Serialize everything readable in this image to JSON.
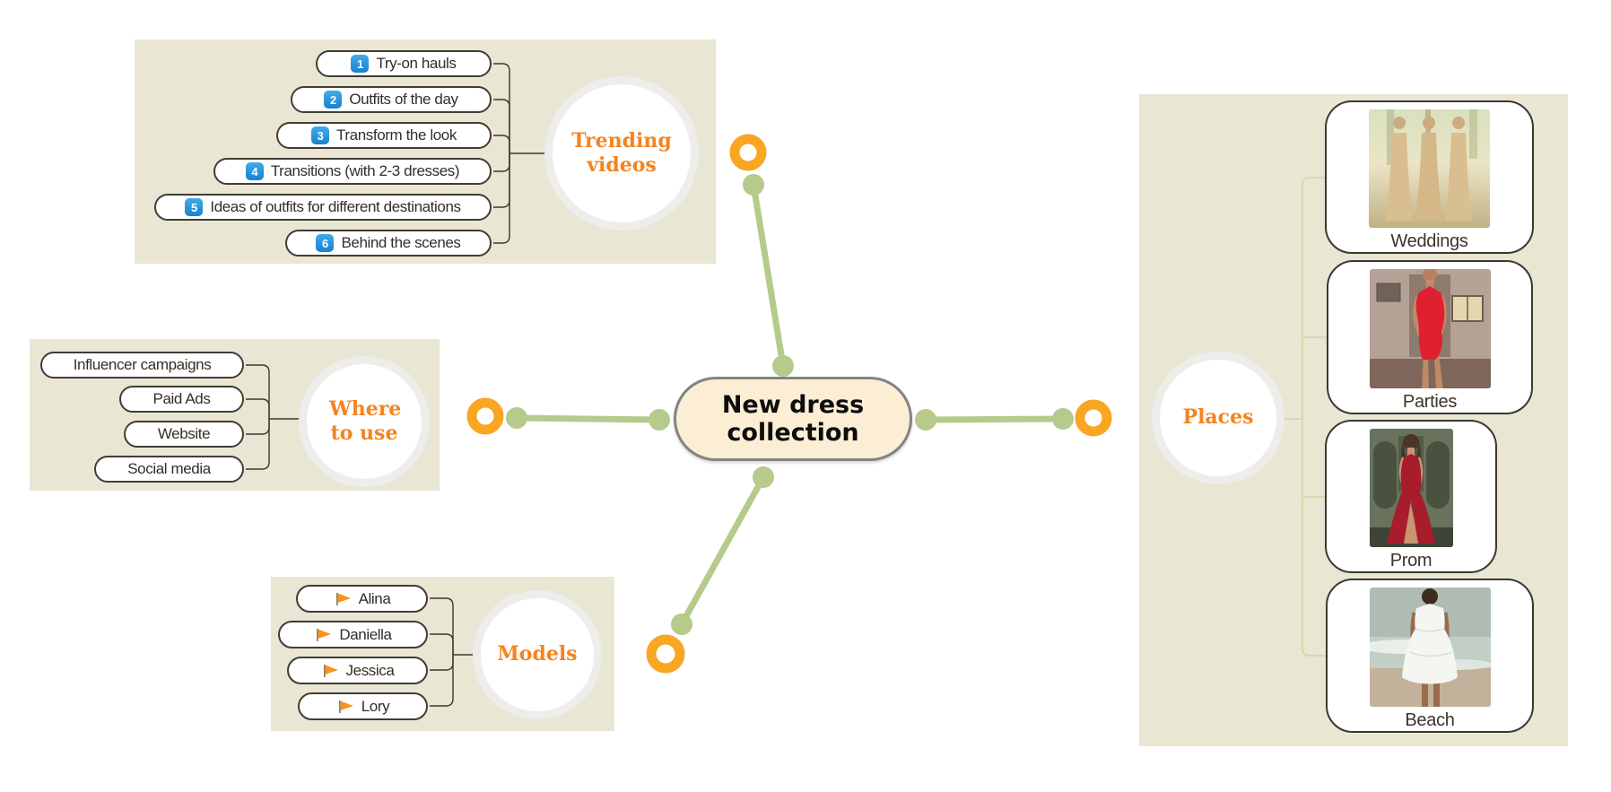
{
  "center": {
    "label": "New dress collection"
  },
  "branches": {
    "trending": {
      "label": "Trending videos",
      "items": [
        {
          "badge": "1",
          "label": "Try-on hauls"
        },
        {
          "badge": "2",
          "label": "Outfits of the day"
        },
        {
          "badge": "3",
          "label": "Transform the look"
        },
        {
          "badge": "4",
          "label": "Transitions (with 2-3 dresses)"
        },
        {
          "badge": "5",
          "label": "Ideas of outfits for different destinations"
        },
        {
          "badge": "6",
          "label": "Behind the scenes"
        }
      ]
    },
    "where": {
      "label": "Where to use",
      "items": [
        {
          "label": "Influencer campaigns"
        },
        {
          "label": "Paid Ads"
        },
        {
          "label": "Website"
        },
        {
          "label": "Social media"
        }
      ]
    },
    "models": {
      "label": "Models",
      "icon": "flag-icon",
      "items": [
        {
          "label": "Alina"
        },
        {
          "label": "Daniella"
        },
        {
          "label": "Jessica"
        },
        {
          "label": "Lory"
        }
      ]
    },
    "places": {
      "label": "Places",
      "items": [
        {
          "label": "Weddings",
          "photo": "gold-sequin-gowns-photo"
        },
        {
          "label": "Parties",
          "photo": "red-party-dress-photo"
        },
        {
          "label": "Prom",
          "photo": "red-prom-gown-photo"
        },
        {
          "label": "Beach",
          "photo": "white-beach-dress-photo"
        }
      ]
    }
  },
  "colors": {
    "accent_orange": "#f5831f",
    "ring_orange": "#f9a623",
    "connector_green": "#b5ca8b",
    "places_line_green": "#c8daa4",
    "panel_beige": "#e9e6d4",
    "badge_blue": "#2796e0",
    "node_cream": "#fbeed4",
    "pill_border": "#423c35"
  }
}
